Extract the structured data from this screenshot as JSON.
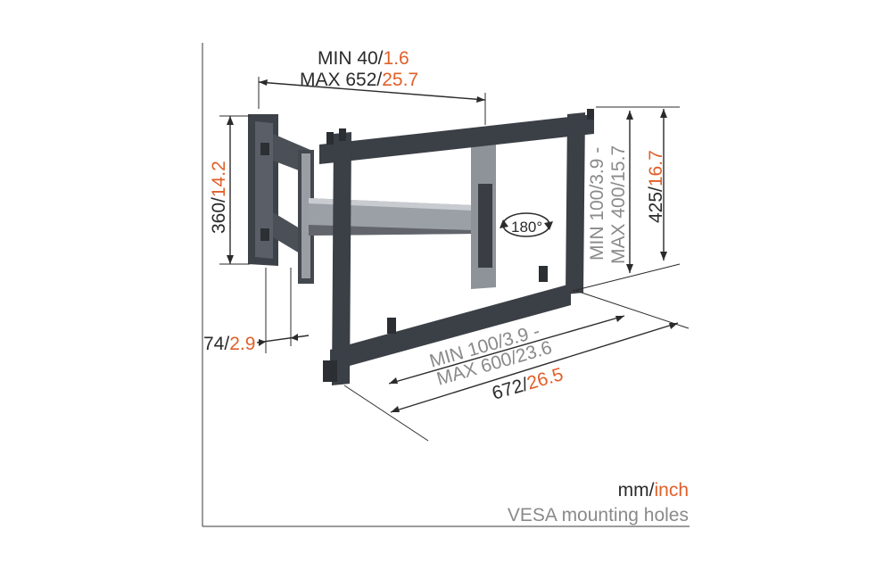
{
  "colors": {
    "accent": "#e0602a",
    "text": "#2b2b2b",
    "secondary": "#8a8a8a"
  },
  "dimensions": {
    "arm_min_mm": "MIN 40/",
    "arm_min_in": "1.6",
    "arm_max_mm": "MAX 652/",
    "arm_max_in": "25.7",
    "wallplate_height_mm": "360/",
    "wallplate_height_in": "14.2",
    "wallplate_depth_mm": "74/",
    "wallplate_depth_in": "2.9",
    "height_mm": "425/",
    "height_in": "16.7",
    "vesa_v_min": "MIN 100/3.9 -",
    "vesa_v_max": "MAX 400/15.7",
    "vesa_h_min": "MIN 100/3.9 -",
    "vesa_h_max": "MAX 600/23.6",
    "width_mm": "672/",
    "width_in": "26.5"
  },
  "rotation_label": "180°",
  "legend": {
    "units_mm": "mm/",
    "units_inch": "inch",
    "caption": "VESA mounting holes"
  }
}
